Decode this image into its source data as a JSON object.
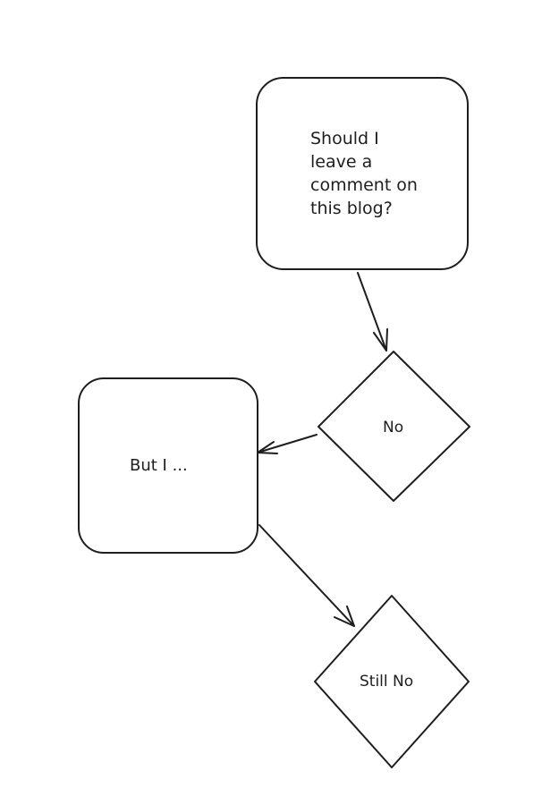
{
  "nodes": {
    "question": "Should I\nleave a\ncomment on\nthis blog?",
    "no": "No",
    "but": "But I ...",
    "still_no": "Still No"
  }
}
